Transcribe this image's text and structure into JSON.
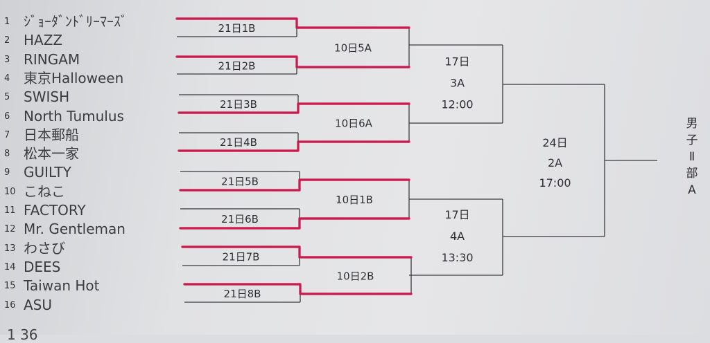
{
  "teams": [
    {
      "num": "1",
      "name": "ｼﾞｮｰﾀﾞﾝﾄﾞﾘｰﾏｰｽﾞ"
    },
    {
      "num": "2",
      "name": "HAZZ"
    },
    {
      "num": "3",
      "name": "RINGAM"
    },
    {
      "num": "4",
      "name": "東京Halloween"
    },
    {
      "num": "5",
      "name": "SWISH"
    },
    {
      "num": "6",
      "name": "North Tumulus"
    },
    {
      "num": "7",
      "name": "日本郵船"
    },
    {
      "num": "8",
      "name": "松本一家"
    },
    {
      "num": "9",
      "name": "GUILTY"
    },
    {
      "num": "10",
      "name": "こねこ"
    },
    {
      "num": "11",
      "name": "FACTORY"
    },
    {
      "num": "12",
      "name": "Mr. Gentleman"
    },
    {
      "num": "13",
      "name": "わさび"
    },
    {
      "num": "14",
      "name": "DEES"
    },
    {
      "num": "15",
      "name": "Taiwan Hot"
    },
    {
      "num": "16",
      "name": "ASU"
    }
  ],
  "round1": [
    "21日1B",
    "21日2B",
    "21日3B",
    "21日4B",
    "21日5B",
    "21日6B",
    "21日7B",
    "21日8B"
  ],
  "round2": [
    "10日5A",
    "10日6A",
    "10日1B",
    "10日2B"
  ],
  "semifinals": [
    {
      "day": "17日",
      "court": "3A",
      "time": "12:00"
    },
    {
      "day": "17日",
      "court": "4A",
      "time": "13:30"
    }
  ],
  "final": {
    "day": "24日",
    "court": "2A",
    "time": "17:00"
  },
  "division": [
    "男",
    "子",
    "Ⅱ",
    "部",
    "A"
  ],
  "footer_partial": "1 36",
  "colors": {
    "bracket_line": "#3a3a3e",
    "highlight": "#d0134a"
  }
}
